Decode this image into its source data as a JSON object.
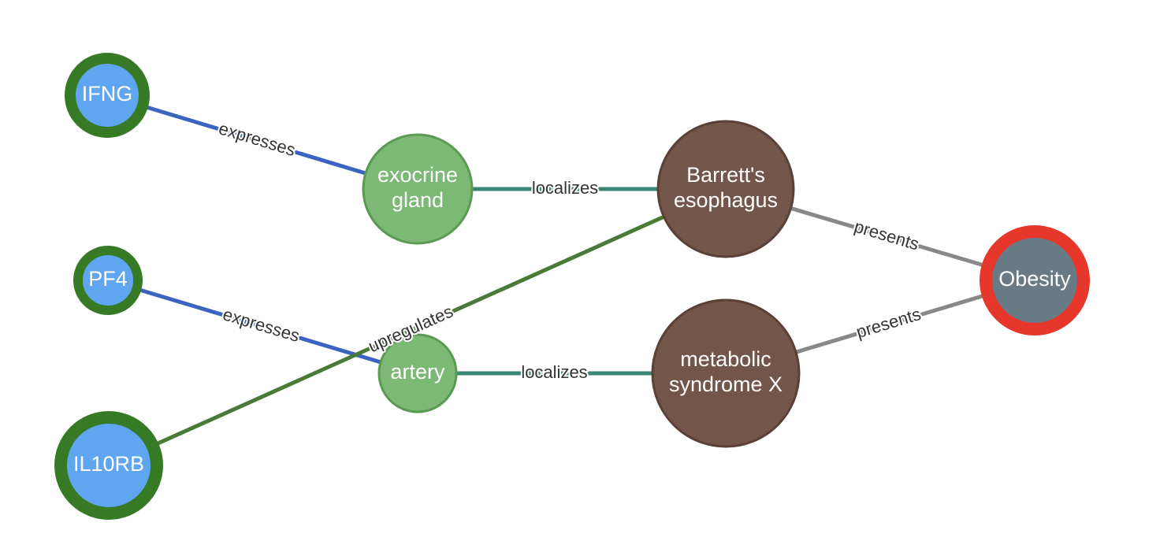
{
  "colors": {
    "gene_fill": "#60a5f0",
    "gene_ring": "#367a26",
    "tissue_fill": "#7cb974",
    "tissue_stroke": "#5a9a52",
    "disease_fill": "#72564a",
    "disease_stroke": "#5a4036",
    "target_fill": "#677a86",
    "target_ring": "#e7362b",
    "expresses_edge": "#3a64bf",
    "localizes_edge": "#3a8576",
    "upregulates_edge": "#4a7a38",
    "presents_edge": "#888888"
  },
  "nodes": [
    {
      "id": "ifng",
      "kind": "gene",
      "lines": [
        "IFNG"
      ]
    },
    {
      "id": "pf4",
      "kind": "gene",
      "lines": [
        "PF4"
      ]
    },
    {
      "id": "il10rb",
      "kind": "gene",
      "lines": [
        "IL10RB"
      ]
    },
    {
      "id": "exocrine",
      "kind": "tissue",
      "lines": [
        "exocrine",
        "gland"
      ]
    },
    {
      "id": "artery",
      "kind": "tissue",
      "lines": [
        "artery"
      ]
    },
    {
      "id": "barretts",
      "kind": "disease",
      "lines": [
        "Barrett's",
        "esophagus"
      ]
    },
    {
      "id": "metabolic",
      "kind": "disease",
      "lines": [
        "metabolic",
        "syndrome X"
      ]
    },
    {
      "id": "obesity",
      "kind": "target",
      "lines": [
        "Obesity"
      ]
    }
  ],
  "edges": [
    {
      "from": "ifng",
      "to": "exocrine",
      "label": "expresses",
      "type": "expresses"
    },
    {
      "from": "pf4",
      "to": "artery",
      "label": "expresses",
      "type": "expresses"
    },
    {
      "from": "exocrine",
      "to": "barretts",
      "label": "localizes",
      "type": "localizes"
    },
    {
      "from": "artery",
      "to": "metabolic",
      "label": "localizes",
      "type": "localizes"
    },
    {
      "from": "il10rb",
      "to": "barretts",
      "label": "upregulates",
      "type": "upregulates"
    },
    {
      "from": "barretts",
      "to": "obesity",
      "label": "presents",
      "type": "presents"
    },
    {
      "from": "metabolic",
      "to": "obesity",
      "label": "presents",
      "type": "presents"
    }
  ]
}
